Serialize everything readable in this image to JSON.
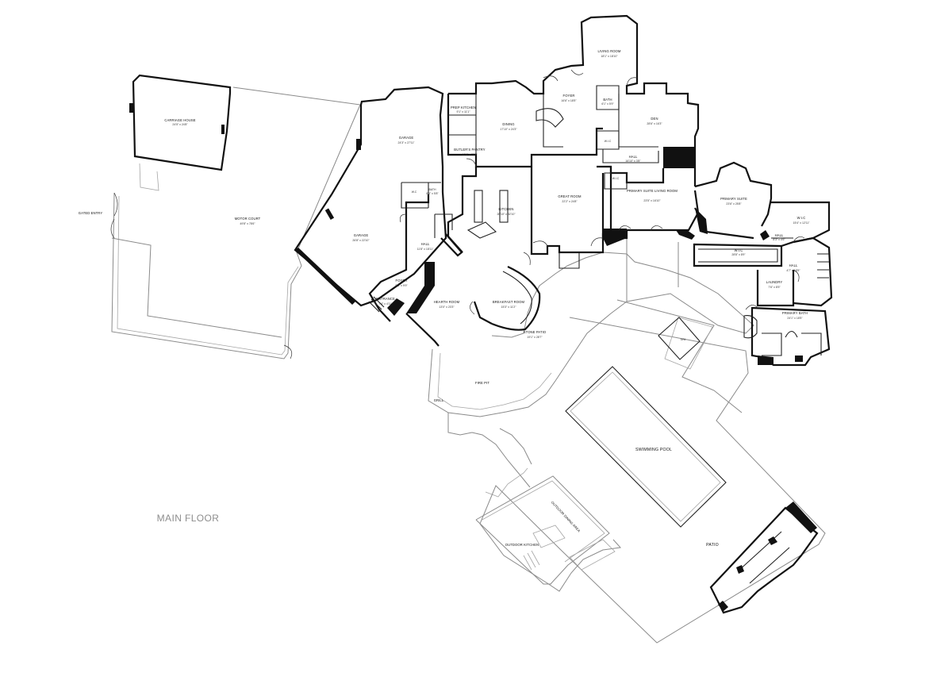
{
  "floor_title": "MAIN FLOOR",
  "rooms": [
    {
      "key": "carriage_house",
      "name": "CARRIAGE HOUSE",
      "dims": "24'5\" x 24'8\""
    },
    {
      "key": "motor_court",
      "name": "MOTOR COURT",
      "dims": "49'8\" x 78'6\""
    },
    {
      "key": "garage_upper",
      "name": "GARAGE",
      "dims": "24'3\" x 27'11\""
    },
    {
      "key": "garage_lower",
      "name": "GARAGE",
      "dims": "26'8\" x 22'10\""
    },
    {
      "key": "prep_kitchen",
      "name": "PREP KITCHEN",
      "dims": "9'1\" x 11'1\""
    },
    {
      "key": "butlers_pantry",
      "name": "BUTLER'S PANTRY",
      "dims": "10'9\" x 7'11\""
    },
    {
      "key": "dining",
      "name": "DINING",
      "dims": "17'10\" x 24'3\""
    },
    {
      "key": "foyer_main",
      "name": "FOYER",
      "dims": "16'6\" x 18'5\""
    },
    {
      "key": "living_room",
      "name": "LIVING ROOM",
      "dims": "18'1\" x 18'10\""
    },
    {
      "key": "bath_main",
      "name": "BATH",
      "dims": "6'1\" x 5'9\""
    },
    {
      "key": "den",
      "name": "DEN",
      "dims": "28'6\" x 16'3\""
    },
    {
      "key": "wic_small",
      "name": "W.I.C",
      "dims": ""
    },
    {
      "key": "hall_upper",
      "name": "HALL",
      "dims": "16'10\" x 3'8\""
    },
    {
      "key": "wic_small2",
      "name": "W.I.C",
      "dims": ""
    },
    {
      "key": "great_room",
      "name": "GREAT ROOM",
      "dims": "22'2\" x 24'8\""
    },
    {
      "key": "kitchen",
      "name": "KITCHEN",
      "dims": "26'10\" x 32'10\""
    },
    {
      "key": "wc",
      "name": "W.C",
      "dims": ""
    },
    {
      "key": "bath_small",
      "name": "BATH",
      "dims": "8'5\" x 5'8\""
    },
    {
      "key": "hall_mid",
      "name": "HALL",
      "dims": "11'8\" x 18'11\""
    },
    {
      "key": "foyer_side",
      "name": "FOYER",
      "dims": "8'5\" x 9'9\""
    },
    {
      "key": "entrance",
      "name": "ENTRANCE",
      "dims": "7'4\" x 4'11\""
    },
    {
      "key": "hearth_room",
      "name": "HEARTH ROOM",
      "dims": "13'0\" x 23'3\""
    },
    {
      "key": "breakfast_room",
      "name": "BREAKFAST ROOM",
      "dims": "15'3\" x 11'2\""
    },
    {
      "key": "stone_patio",
      "name": "STONE PATIO",
      "dims": "19'1\" x 28'7\""
    },
    {
      "key": "primary_suite_living",
      "name": "PRIMARY SUITE LIVING ROOM",
      "dims": "23'5\" x 16'10\""
    },
    {
      "key": "primary_suite",
      "name": "PRIMARY SUITE",
      "dims": "23'6\" x 25'8\""
    },
    {
      "key": "wic_right",
      "name": "W.I.C",
      "dims": "15'4\" x 12'11\""
    },
    {
      "key": "hall_right",
      "name": "HALL",
      "dims": "8'3\" x 4'6\""
    },
    {
      "key": "wic_long",
      "name": "W.I.C",
      "dims": "28'8\" x 8'9\""
    },
    {
      "key": "hall_right2",
      "name": "HALL",
      "dims": "4'7\" x 18'5\""
    },
    {
      "key": "laundry",
      "name": "LAUNDRY",
      "dims": "7'6\" x 8'5\""
    },
    {
      "key": "primary_bath",
      "name": "PRIMARY BATH",
      "dims": "24'1\" x 18'5\""
    },
    {
      "key": "spa",
      "name": "SPA",
      "dims": ""
    },
    {
      "key": "fire_pit",
      "name": "FIRE PIT",
      "dims": ""
    },
    {
      "key": "grill",
      "name": "GRILL",
      "dims": ""
    },
    {
      "key": "swimming_pool",
      "name": "SWIMMING POOL",
      "dims": ""
    },
    {
      "key": "outdoor_dining",
      "name": "OUTDOOR DINING AREA",
      "dims": ""
    },
    {
      "key": "outdoor_kitchen",
      "name": "OUTDOOR KITCHEN",
      "dims": ""
    },
    {
      "key": "patio",
      "name": "PATIO",
      "dims": ""
    },
    {
      "key": "gated_entry",
      "name": "GATED ENTRY",
      "dims": ""
    }
  ]
}
